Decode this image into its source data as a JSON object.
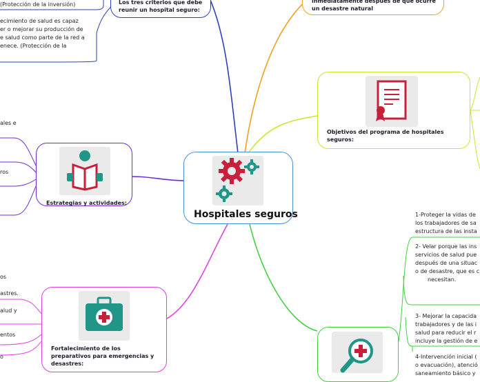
{
  "central": {
    "title": "Hospitales seguros",
    "icon": "gears-icon"
  },
  "topics": {
    "criterios": {
      "label": "Los tres criterios que debe reunir un hospital seguro:",
      "color": "#2b3fbf",
      "leaves": [
        "(Protección de la inversión)",
        "ecimiento de salud es capaz",
        "er o mejorar su producción de",
        "e salud como parte de la red a",
        "enece. (Protección de la"
      ]
    },
    "desastre": {
      "label": "inmediatamente después de que ocurre un desastre natural",
      "color": "#f0a020"
    },
    "objetivos": {
      "label": "Objetivos del programa de hospitales seguros:",
      "color": "#c8e830",
      "icon": "certificate-icon"
    },
    "estrategias": {
      "label": "Estrategias y actividades:",
      "color": "#6c2bd9",
      "icon": "reader-icon",
      "leaves": [
        "ales e",
        "ros"
      ]
    },
    "fortalecimiento": {
      "label": "Fortalecimiento de los preparativos para emergencias y desastres:",
      "color": "#e040e0",
      "icon": "medical-kit-icon",
      "leaves": [
        "os",
        "astres.",
        "alud y",
        "",
        "entos",
        "o"
      ]
    },
    "intervencion": {
      "color": "#40d040",
      "icon": "search-medical-icon",
      "leaves": [
        [
          "1-Proteger la vidas de",
          "los trabajadores de sa",
          "estructura de las insta"
        ],
        [
          "2- Velar porque las ins",
          "servicios de salud pue",
          "después de una situac",
          "o de desastre, que es c",
          "necesitan."
        ],
        [
          "3- Mejorar la capacida",
          "trabajadores y de las i",
          "salud para reducir el r",
          "incluye la gestión de e"
        ],
        [
          "4-Intervención inicial (",
          "o evacuación), atenció",
          "saneamiento básico y"
        ]
      ]
    }
  }
}
